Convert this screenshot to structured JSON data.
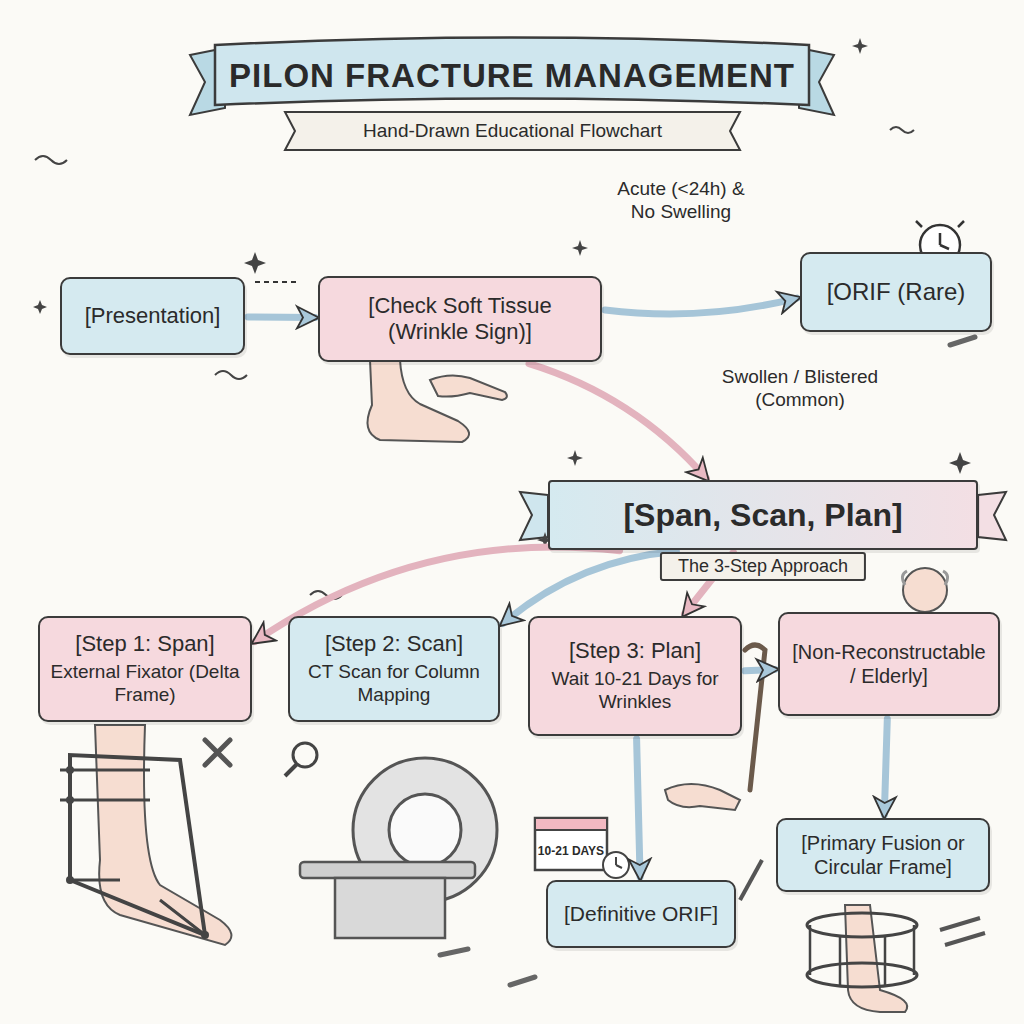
{
  "diagram": {
    "title": "PILON FRACTURE MANAGEMENT",
    "nodes": [
      {
        "text": [
          "[Presentation]"
        ]
      },
      {
        "text": [
          "[Check Soft Tissue (Wrinkle Sign)]"
        ]
      },
      {
        "text": [
          "[ORIF (Rare)"
        ]
      },
      {
        "text": [
          "[Span, Scan, Plan]",
          "The 3-Step Approach"
        ]
      },
      {
        "text": [
          "[Step 1: Span]",
          "External Fixator (Delta Frame)"
        ]
      },
      {
        "text": [
          "[Step 2: Scan]",
          "CT Scan for Column Mapping"
        ]
      },
      {
        "text": [
          "[Step 3: Plan]",
          "Wait 10-21 Days for Wrinkles"
        ]
      },
      {
        "text": [
          "[Non-Reconstructable / Elderly]"
        ]
      },
      {
        "text": [
          "[Definitive ORIF]"
        ]
      },
      {
        "text": [
          "[Primary Fusion or Circular Frame]"
        ]
      }
    ],
    "edges": [
      {
        "from": 0,
        "to": 1,
        "arrow": "to"
      },
      {
        "from": 1,
        "to": 2,
        "label": "Acute (<24h) & No Swelling",
        "arrow": "to"
      },
      {
        "from": 1,
        "to": 3,
        "label": "Swollen / Blistered (Common)",
        "arrow": "to"
      },
      {
        "from": 3,
        "to": 4,
        "arrow": "to"
      },
      {
        "from": 3,
        "to": 5,
        "arrow": "to"
      },
      {
        "from": 3,
        "to": 6,
        "arrow": "to"
      },
      {
        "from": 6,
        "to": 7,
        "arrow": "to"
      },
      {
        "from": 6,
        "to": 8,
        "arrow": "to"
      },
      {
        "from": 7,
        "to": 9,
        "arrow": "to"
      }
    ],
    "labels": [
      "Hand-Drawn Educational Flowchart",
      "10-21 DAYS"
    ]
  }
}
